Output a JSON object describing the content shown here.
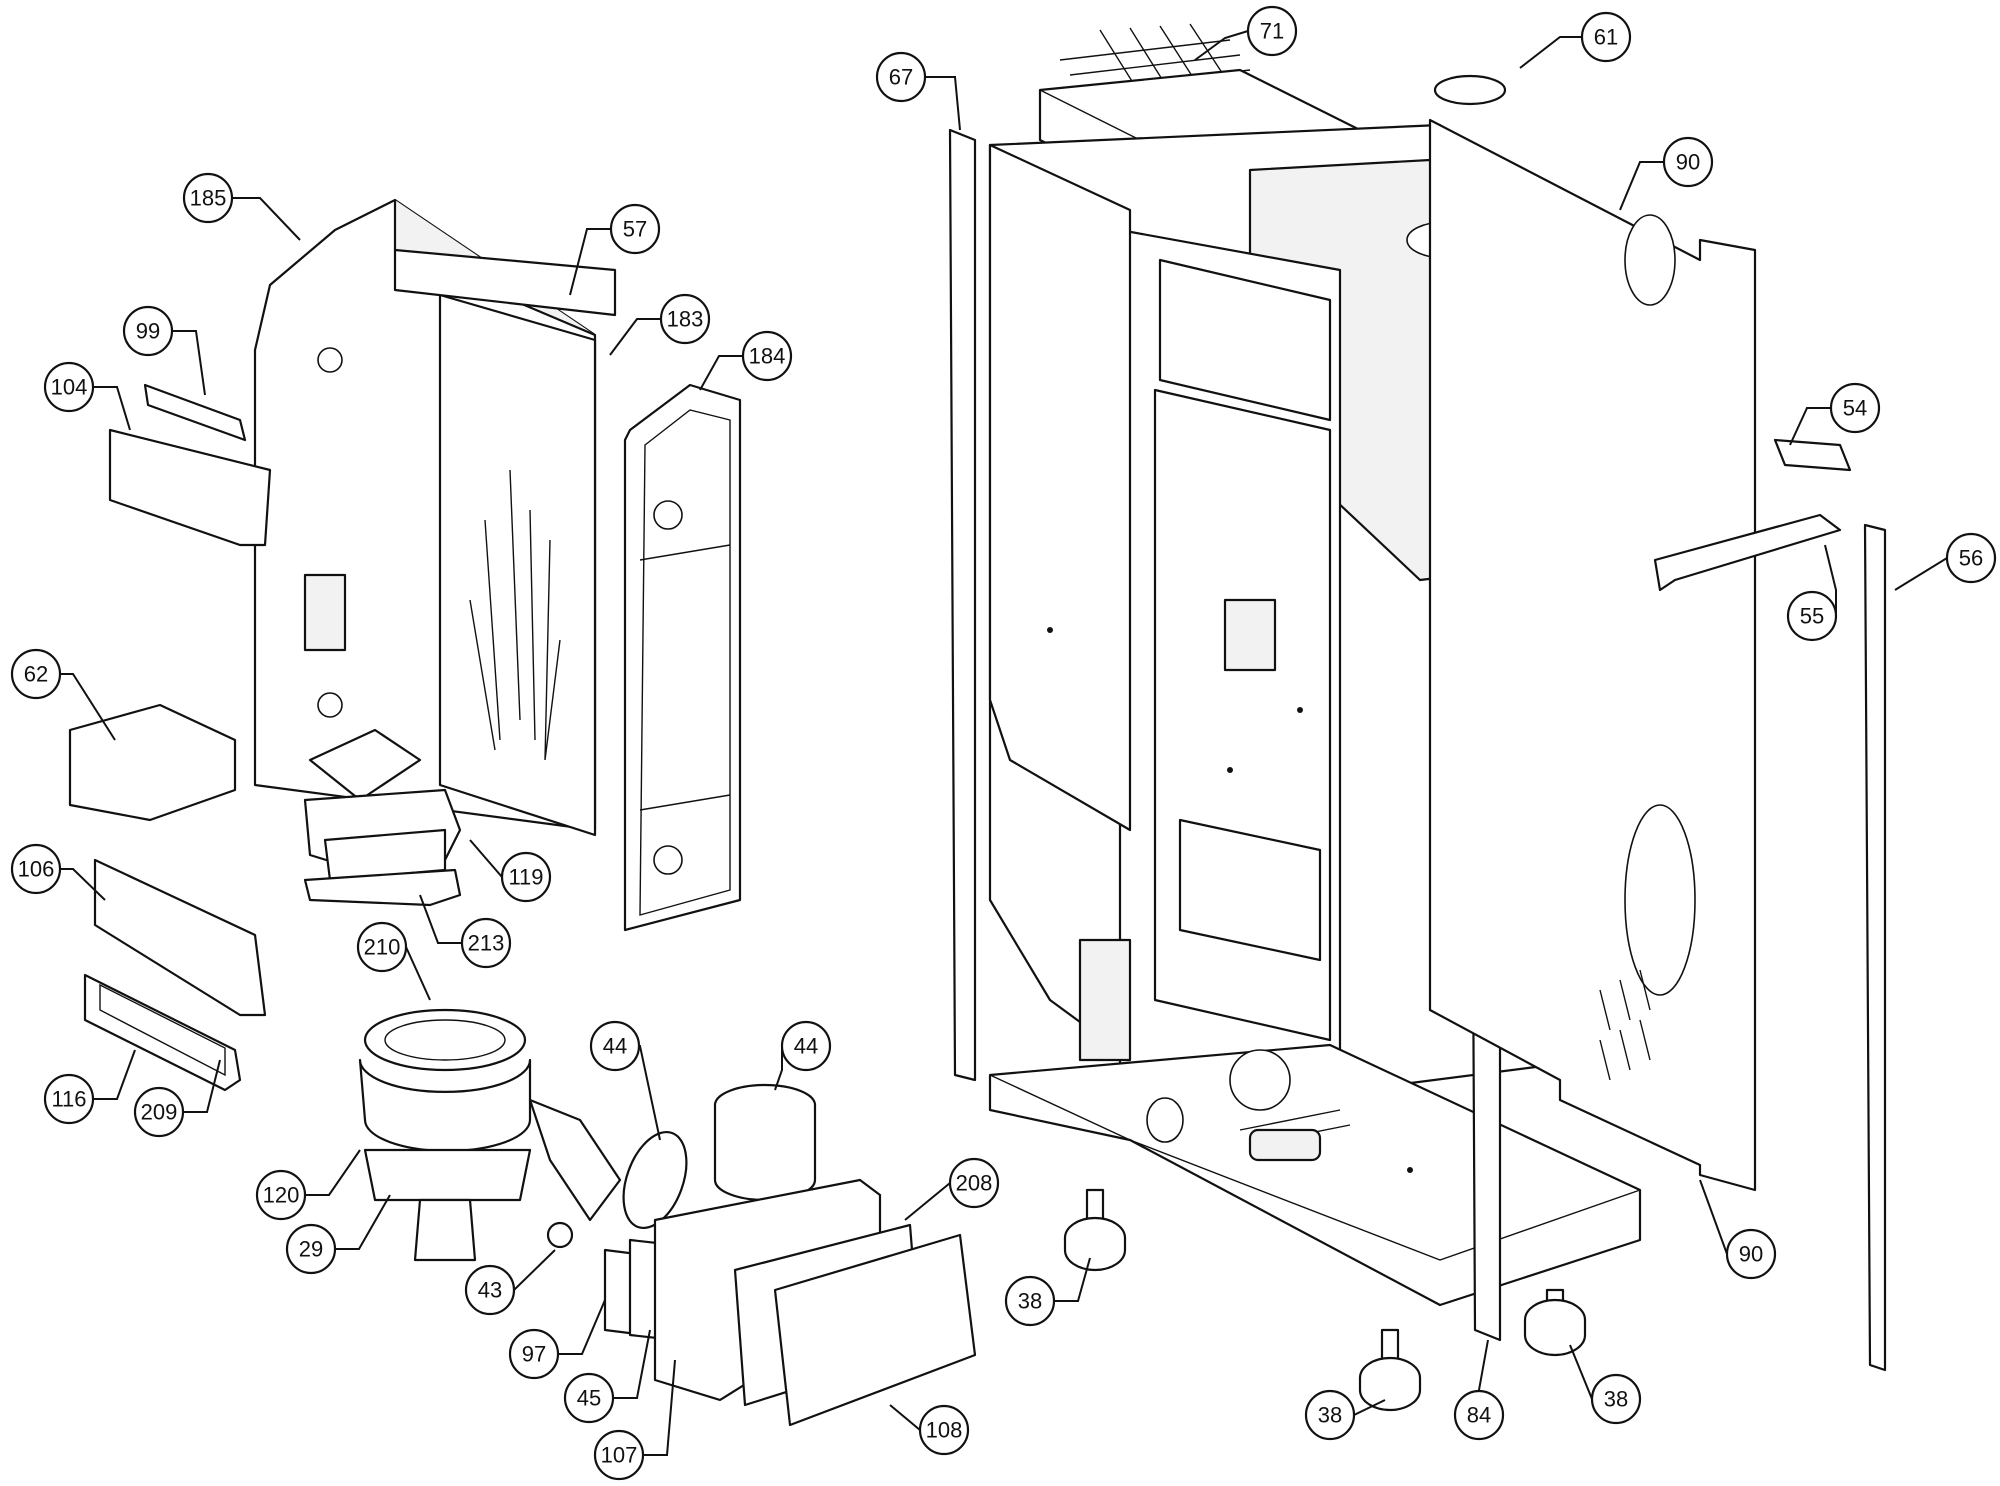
{
  "diagram": {
    "type": "exploded parts diagram",
    "callouts": [
      {
        "id": "c71",
        "label": "71"
      },
      {
        "id": "c61",
        "label": "61"
      },
      {
        "id": "c67",
        "label": "67"
      },
      {
        "id": "c90a",
        "label": "90"
      },
      {
        "id": "c185",
        "label": "185"
      },
      {
        "id": "c57",
        "label": "57"
      },
      {
        "id": "c183",
        "label": "183"
      },
      {
        "id": "c184",
        "label": "184"
      },
      {
        "id": "c99",
        "label": "99"
      },
      {
        "id": "c104",
        "label": "104"
      },
      {
        "id": "c54",
        "label": "54"
      },
      {
        "id": "c56",
        "label": "56"
      },
      {
        "id": "c55",
        "label": "55"
      },
      {
        "id": "c62",
        "label": "62"
      },
      {
        "id": "c119",
        "label": "119"
      },
      {
        "id": "c106",
        "label": "106"
      },
      {
        "id": "c213",
        "label": "213"
      },
      {
        "id": "c210",
        "label": "210"
      },
      {
        "id": "c44a",
        "label": "44"
      },
      {
        "id": "c44b",
        "label": "44"
      },
      {
        "id": "c116",
        "label": "116"
      },
      {
        "id": "c209",
        "label": "209"
      },
      {
        "id": "c208",
        "label": "208"
      },
      {
        "id": "c120",
        "label": "120"
      },
      {
        "id": "c29",
        "label": "29"
      },
      {
        "id": "c90b",
        "label": "90"
      },
      {
        "id": "c38a",
        "label": "38"
      },
      {
        "id": "c43",
        "label": "43"
      },
      {
        "id": "c97",
        "label": "97"
      },
      {
        "id": "c45",
        "label": "45"
      },
      {
        "id": "c107",
        "label": "107"
      },
      {
        "id": "c108",
        "label": "108"
      },
      {
        "id": "c38b",
        "label": "38"
      },
      {
        "id": "c84",
        "label": "84"
      },
      {
        "id": "c38c",
        "label": "38"
      }
    ]
  }
}
